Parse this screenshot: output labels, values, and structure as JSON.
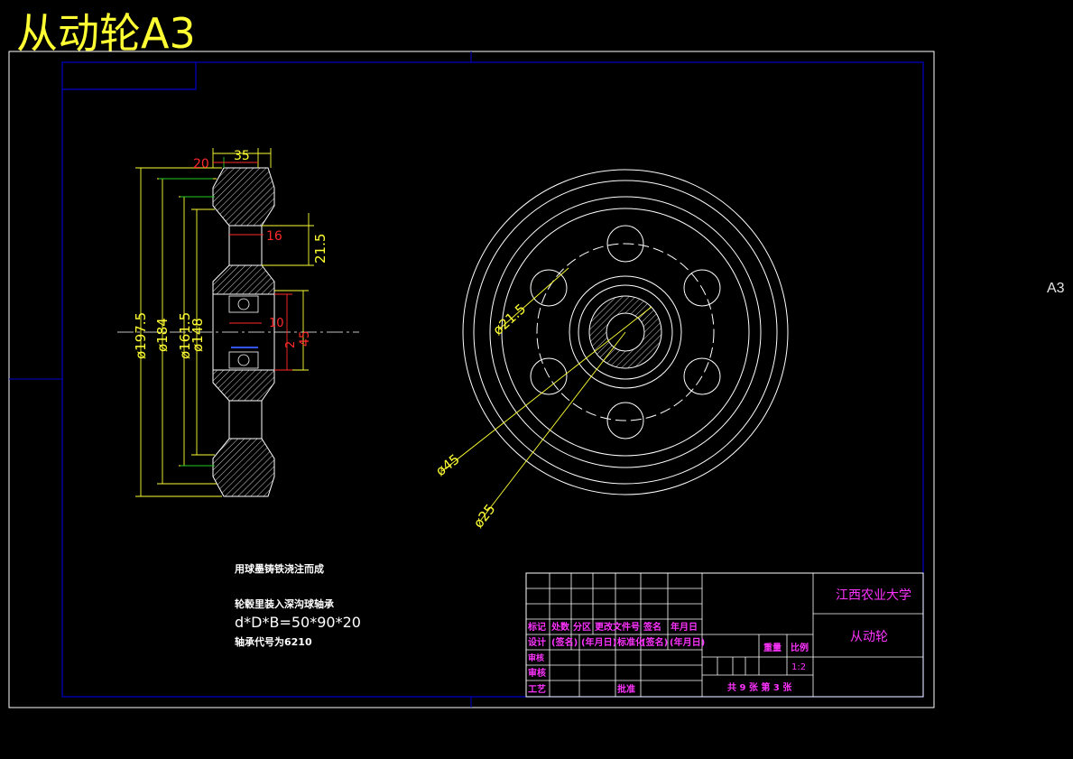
{
  "header": {
    "title": "从动轮A3",
    "sheet_size": "A3"
  },
  "notes": [
    "用球墨铸铁浇注而成",
    "轮毂里装入深沟球轴承",
    "d*D*B=50*90*20",
    "轴承代号为6210"
  ],
  "side_view_dims": {
    "width_total": "35",
    "width_left": "20",
    "slot": "16",
    "bore_step": "10",
    "hub_a": "21.5",
    "d1": "ø197.5",
    "d2": "ø184",
    "d3": "ø161.5",
    "d4": "ø148",
    "hub_inner": "2",
    "hub_outer": "45"
  },
  "front_view_dims": {
    "hole": "ø21.5",
    "hub": "ø45",
    "bore": "ø25"
  },
  "title_block": {
    "university": "江西农业大学",
    "part_name": "从动轮",
    "header_row": [
      "标记",
      "处数",
      "分区",
      "更改文件号",
      "签名",
      "年月日"
    ],
    "design_row": [
      "设计",
      "(签名)",
      "(年月日)",
      "标准化",
      "(签名)",
      "(年月日)"
    ],
    "row_review": "审核",
    "row_check": "审核",
    "row_process": "工艺",
    "approve": "批准",
    "weight_label": "重量",
    "scale_label": "比例",
    "scale_value": "1:2",
    "sheet_info": "共 9 张 第 3 张"
  },
  "colors": {
    "background": "#000000",
    "outline": "#ffffff",
    "frame_blue": "#0000cc",
    "dimension_yellow": "#ffff33",
    "dimension_red": "#ff2a2a",
    "extension_green": "#22cc22",
    "title_magenta": "#ff33ff"
  }
}
